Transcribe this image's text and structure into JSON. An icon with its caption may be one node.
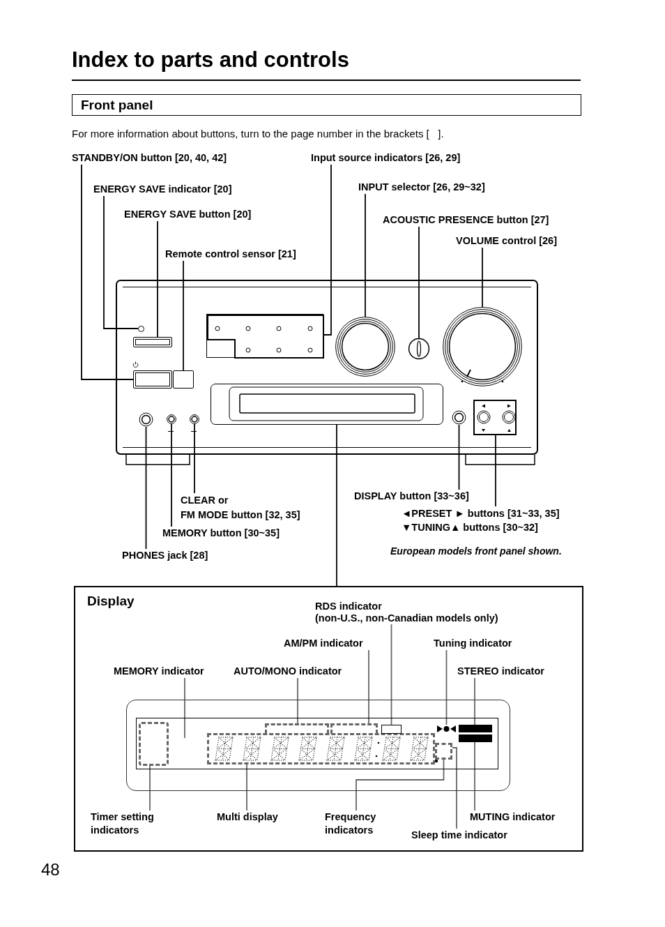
{
  "diagram": {
    "title": "Index to parts and controls",
    "nodes": [
      {
        "text": [
          "Front panel"
        ]
      },
      {
        "text": [
          "STANDBY/ON button [20, 40, 42]"
        ]
      },
      {
        "text": [
          "Input source indicators [26, 29]"
        ]
      },
      {
        "text": [
          "ENERGY SAVE indicator [20]"
        ]
      },
      {
        "text": [
          "INPUT selector [26, 29~32]"
        ]
      },
      {
        "text": [
          "ENERGY SAVE button [20]"
        ]
      },
      {
        "text": [
          "ACOUSTIC PRESENCE button [27]"
        ]
      },
      {
        "text": [
          "VOLUME control [26]"
        ]
      },
      {
        "text": [
          "Remote control sensor [21]"
        ]
      },
      {
        "text": [
          "CLEAR or FM MODE button [32, 35]"
        ]
      },
      {
        "text": [
          "DISPLAY button [33~36]"
        ]
      },
      {
        "text": [
          "◄PRESET ► buttons [31~33, 35]",
          "▼TUNING▲ buttons [30~32]"
        ]
      },
      {
        "text": [
          "MEMORY button [30~35]"
        ]
      },
      {
        "text": [
          "PHONES jack [28]"
        ]
      },
      {
        "text": [
          "Display"
        ]
      },
      {
        "text": [
          "RDS indicator (non-U.S., non-Canadian models only)"
        ],
        "in": 14
      },
      {
        "text": [
          "AM/PM indicator"
        ],
        "in": 14
      },
      {
        "text": [
          "Tuning indicator"
        ],
        "in": 14
      },
      {
        "text": [
          "MEMORY indicator"
        ],
        "in": 14
      },
      {
        "text": [
          "AUTO/MONO indicator"
        ],
        "in": 14
      },
      {
        "text": [
          "STEREO indicator"
        ],
        "in": 14
      },
      {
        "text": [
          "Timer setting indicators"
        ],
        "in": 14
      },
      {
        "text": [
          "Multi display"
        ],
        "in": 14
      },
      {
        "text": [
          "Frequency indicators"
        ],
        "in": 14
      },
      {
        "text": [
          "MUTING indicator"
        ],
        "in": 14
      },
      {
        "text": [
          "Sleep time indicator"
        ],
        "in": 14
      },
      {
        "text": [],
        "shape": "box"
      },
      {
        "text": [],
        "shape": "box",
        "in": 26
      },
      {
        "text": [],
        "shape": "circle",
        "in": 26
      },
      {
        "text": [],
        "shape": "box",
        "in": 26
      },
      {
        "text": [],
        "shape": "box",
        "in": 26
      },
      {
        "text": [],
        "shape": "box",
        "in": 26
      },
      {
        "text": [],
        "shape": "circle",
        "in": 26
      },
      {
        "text": [],
        "shape": "circle",
        "in": 26
      },
      {
        "text": [],
        "shape": "circle",
        "in": 26
      },
      {
        "text": [],
        "shape": "box",
        "in": 26
      },
      {
        "text": [],
        "shape": "circle",
        "in": 26
      },
      {
        "text": [],
        "shape": "circle",
        "in": 26
      },
      {
        "text": [],
        "shape": "circle",
        "in": 26
      },
      {
        "text": [],
        "shape": "circle",
        "in": 26
      },
      {
        "text": [],
        "shape": "box",
        "in": 26
      },
      {
        "text": [],
        "shape": "box",
        "in": 14
      },
      {
        "text": [],
        "shape": "box",
        "in": 41
      },
      {
        "text": [],
        "shape": "box",
        "in": 41
      },
      {
        "text": [],
        "shape": "box",
        "in": 41
      },
      {
        "text": [],
        "shape": "box",
        "in": 41
      },
      {
        "text": [],
        "shape": "box",
        "in": 41
      },
      {
        "text": [],
        "shape": "symbol",
        "in": 41
      },
      {
        "text": [],
        "shape": "bar",
        "in": 41
      },
      {
        "text": [],
        "shape": "bar",
        "in": 41
      },
      {
        "text": [],
        "shape": "box",
        "in": 41
      }
    ],
    "edges": [
      {
        "from": 1,
        "to": 27,
        "arrow": "none"
      },
      {
        "from": 3,
        "to": 28,
        "arrow": "none"
      },
      {
        "from": 5,
        "to": 29,
        "arrow": "none"
      },
      {
        "from": 8,
        "to": 30,
        "arrow": "none"
      },
      {
        "from": 2,
        "to": 31,
        "arrow": "none"
      },
      {
        "from": 4,
        "to": 32,
        "arrow": "none"
      },
      {
        "from": 6,
        "to": 33,
        "arrow": "none"
      },
      {
        "from": 7,
        "to": 34,
        "arrow": "none"
      },
      {
        "from": 35,
        "to": 14,
        "arrow": "none"
      },
      {
        "from": 13,
        "to": 36,
        "arrow": "none"
      },
      {
        "from": 12,
        "to": 37,
        "arrow": "none"
      },
      {
        "from": 9,
        "to": 38,
        "arrow": "none"
      },
      {
        "from": 10,
        "to": 39,
        "arrow": "none"
      },
      {
        "from": 11,
        "to": 40,
        "arrow": "none"
      },
      {
        "from": 15,
        "to": 46,
        "arrow": "none",
        "color": "#666666"
      },
      {
        "from": 16,
        "to": 45,
        "arrow": "none",
        "color": "#666666"
      },
      {
        "from": 17,
        "to": 47,
        "arrow": "none",
        "color": "#666666"
      },
      {
        "from": 18,
        "to": null,
        "arrow": "none",
        "color": "#666666"
      },
      {
        "from": 19,
        "to": 44,
        "arrow": "none",
        "color": "#666666"
      },
      {
        "from": 20,
        "to": 48,
        "arrow": "none",
        "color": "#666666"
      },
      {
        "from": 21,
        "to": 42,
        "arrow": "none",
        "color": "#666666"
      },
      {
        "from": 22,
        "to": 43,
        "arrow": "none",
        "color": "#666666"
      },
      {
        "from": 23,
        "to": 50,
        "arrow": "none",
        "color": "#666666"
      },
      {
        "from": 24,
        "to": 49,
        "arrow": "none",
        "color": "#666666"
      },
      {
        "from": 25,
        "to": 50,
        "arrow": "none",
        "color": "#666666"
      }
    ],
    "labels": [
      "For more information about buttons, turn to the page number in the brackets [   ].",
      "European models front panel shown.",
      "48"
    ]
  }
}
